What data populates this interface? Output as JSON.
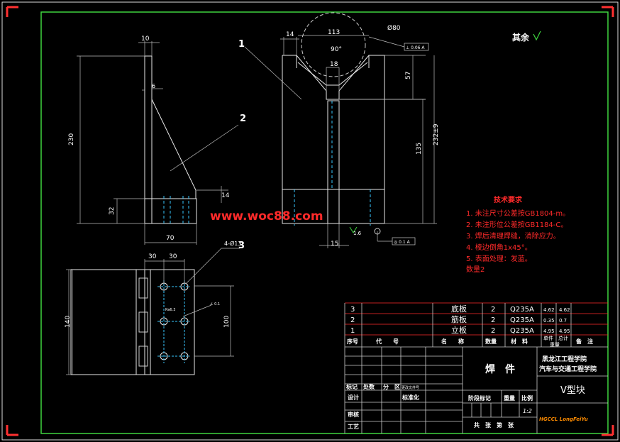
{
  "dims": {
    "d10": "10",
    "d230": "230",
    "d6": "6",
    "d14": "14",
    "d32": "32",
    "d70": "70",
    "d14b": "14",
    "d113": "113",
    "d80": "Ø80",
    "d90": "90°",
    "d18": "18",
    "d57": "57",
    "d232": "232±9",
    "d135": "135",
    "d15": "15",
    "d4hole": "4-Ø13",
    "d30a": "30",
    "d30b": "30",
    "d140": "140",
    "d100": "100",
    "small_a": "Ra6.3",
    "small_b": "∠ 0.1",
    "part1": "1",
    "part2": "2",
    "part3": "3",
    "tol_box": "⊥ 0.06 A",
    "datum_box": "◎ 0.1 A",
    "rough": "1.6",
    "rest": "其余"
  },
  "watermark": "www.woc88.com",
  "tech": {
    "title": "技术要求",
    "items": [
      "1. 未注尺寸公差按GB1804-m。",
      "2. 未注形位公差按GB1184-C。",
      "3. 焊后清理焊缝，消除应力。",
      "4. 棱边倒角1x45°。",
      "5. 表面处理：发蓝。",
      "数量2"
    ]
  },
  "bom": [
    {
      "no": "3",
      "name": "底板",
      "qty": "2",
      "mat": "Q235A",
      "w1": "4.62",
      "w2": "4.62"
    },
    {
      "no": "2",
      "name": "筋板",
      "qty": "2",
      "mat": "Q235A",
      "w1": "0.35",
      "w2": "0.7"
    },
    {
      "no": "1",
      "name": "立板",
      "qty": "2",
      "mat": "Q235A",
      "w1": "4.95",
      "w2": "4.95"
    }
  ],
  "bom_head": {
    "no": "序号",
    "code": "代　　号",
    "name": "名　　称",
    "qty": "数量",
    "mat": "材　料",
    "unit": "单件",
    "total": "总计",
    "weight": "重量",
    "note": "备　注"
  },
  "title_block": {
    "label": "焊　件",
    "school1": "黑龙江工程学院",
    "school2": "汽车与交通工程学院",
    "drawing": "V型块",
    "mark": "标记",
    "count": "处数",
    "zone": "分　区",
    "change": "更改文件号",
    "design": "设计",
    "std": "标准化",
    "stage": "阶段标记",
    "weight": "重量",
    "scale": "比例",
    "scale_val": "1:2",
    "review": "审核",
    "craft": "工艺",
    "total_sheets": "共　张　第　张",
    "code": "HGCCL LongFeiYu"
  }
}
